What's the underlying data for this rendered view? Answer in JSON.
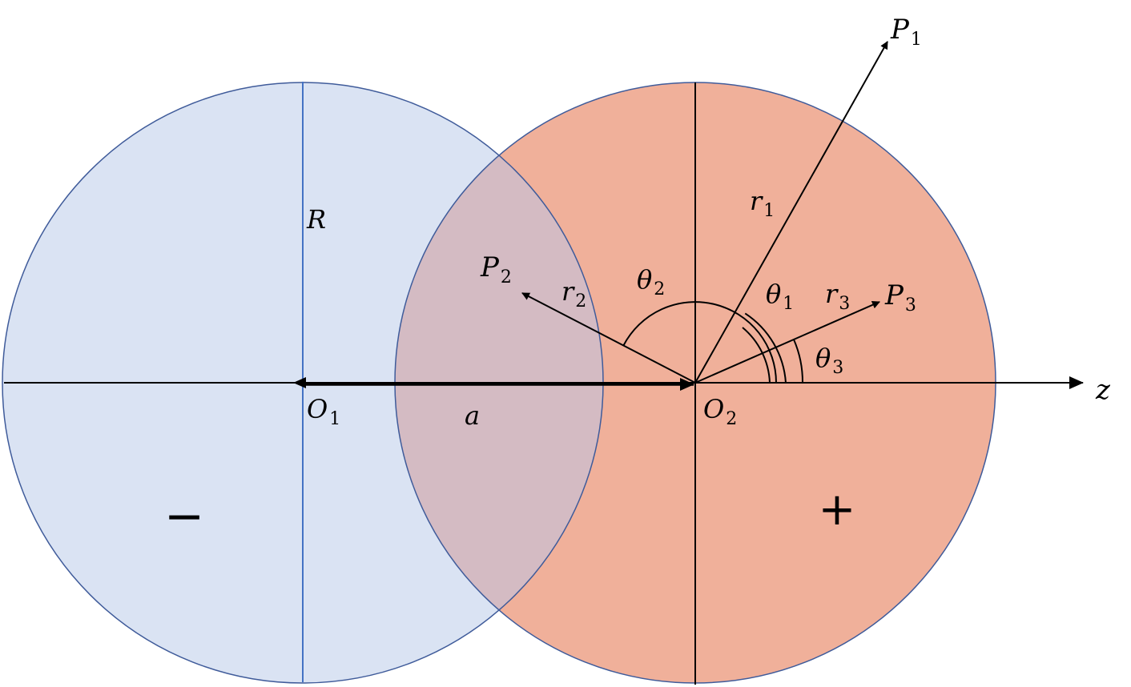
{
  "colors": {
    "negative_fill": "#dae3f3",
    "positive_fill": "#f0b09a",
    "overlap_fill": "#d4bbc3",
    "circle_outline": "#3f5b9a",
    "blue_axis": "#4472c4",
    "black_line": "#000000"
  },
  "labels": {
    "R": "R",
    "a": "a",
    "z": "z",
    "O1": {
      "main": "O",
      "sub": "1"
    },
    "O2": {
      "main": "O",
      "sub": "2"
    },
    "P1": {
      "main": "P",
      "sub": "1"
    },
    "P2": {
      "main": "P",
      "sub": "2"
    },
    "P3": {
      "main": "P",
      "sub": "3"
    },
    "r1": {
      "main": "r",
      "sub": "1"
    },
    "r2": {
      "main": "r",
      "sub": "2"
    },
    "r3": {
      "main": "r",
      "sub": "3"
    },
    "theta1": {
      "main": "θ",
      "sub": "1"
    },
    "theta2": {
      "main": "θ",
      "sub": "2"
    },
    "theta3": {
      "main": "θ",
      "sub": "3"
    },
    "minus": "−",
    "plus": "+"
  }
}
